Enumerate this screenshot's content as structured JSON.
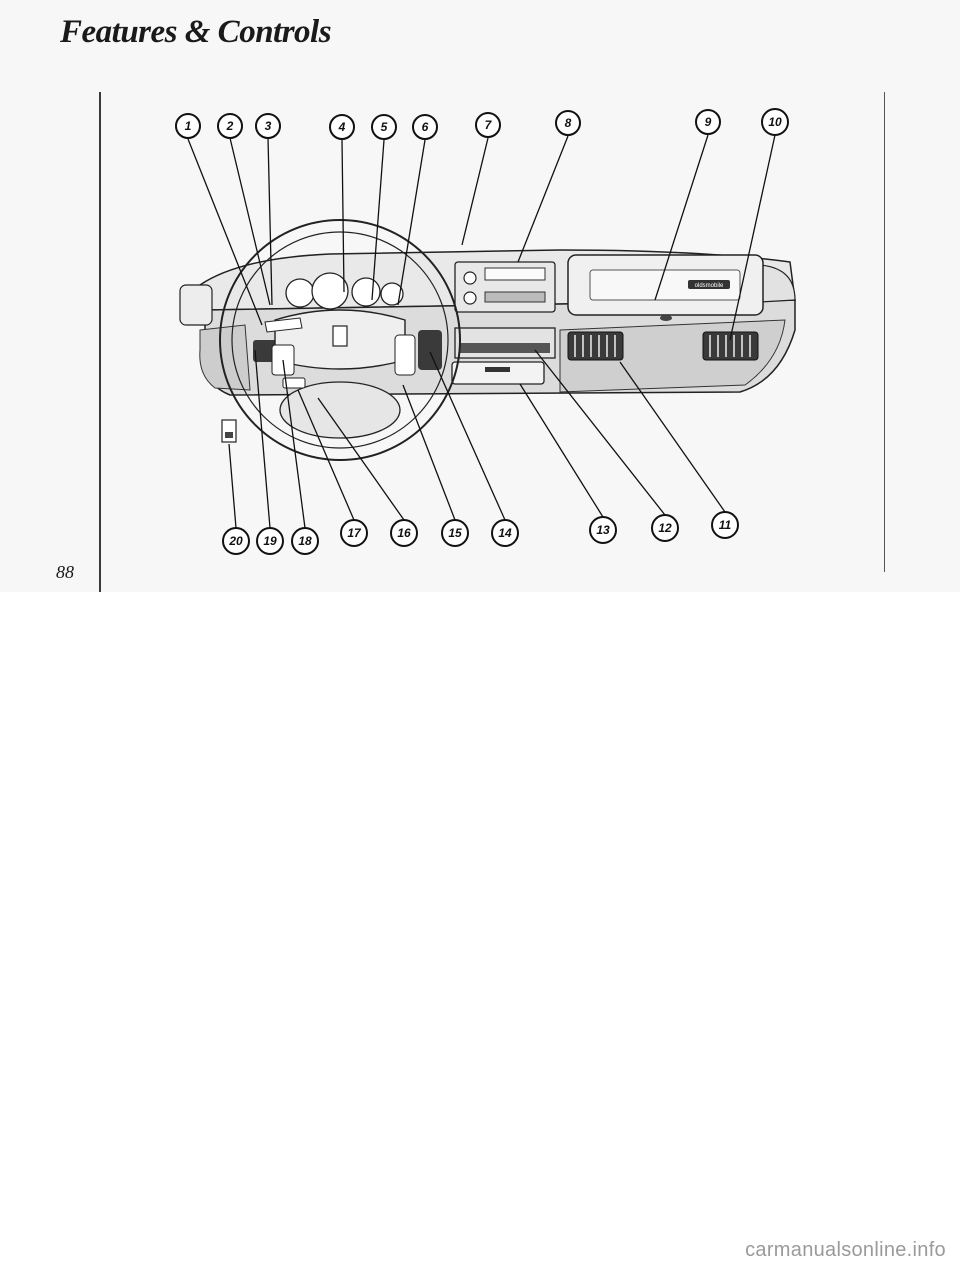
{
  "header": {
    "title": "Features & Controls"
  },
  "footer": {
    "page_number": "88"
  },
  "diagram": {
    "callouts_top": [
      "1",
      "2",
      "3",
      "4",
      "5",
      "6",
      "7",
      "8",
      "9",
      "10"
    ],
    "callouts_bottom": [
      "20",
      "19",
      "18",
      "17",
      "16",
      "15",
      "14",
      "13",
      "12",
      "11"
    ],
    "badge_text": "oldsmobile"
  },
  "watermark": {
    "text": "carmanualsonline.info"
  }
}
